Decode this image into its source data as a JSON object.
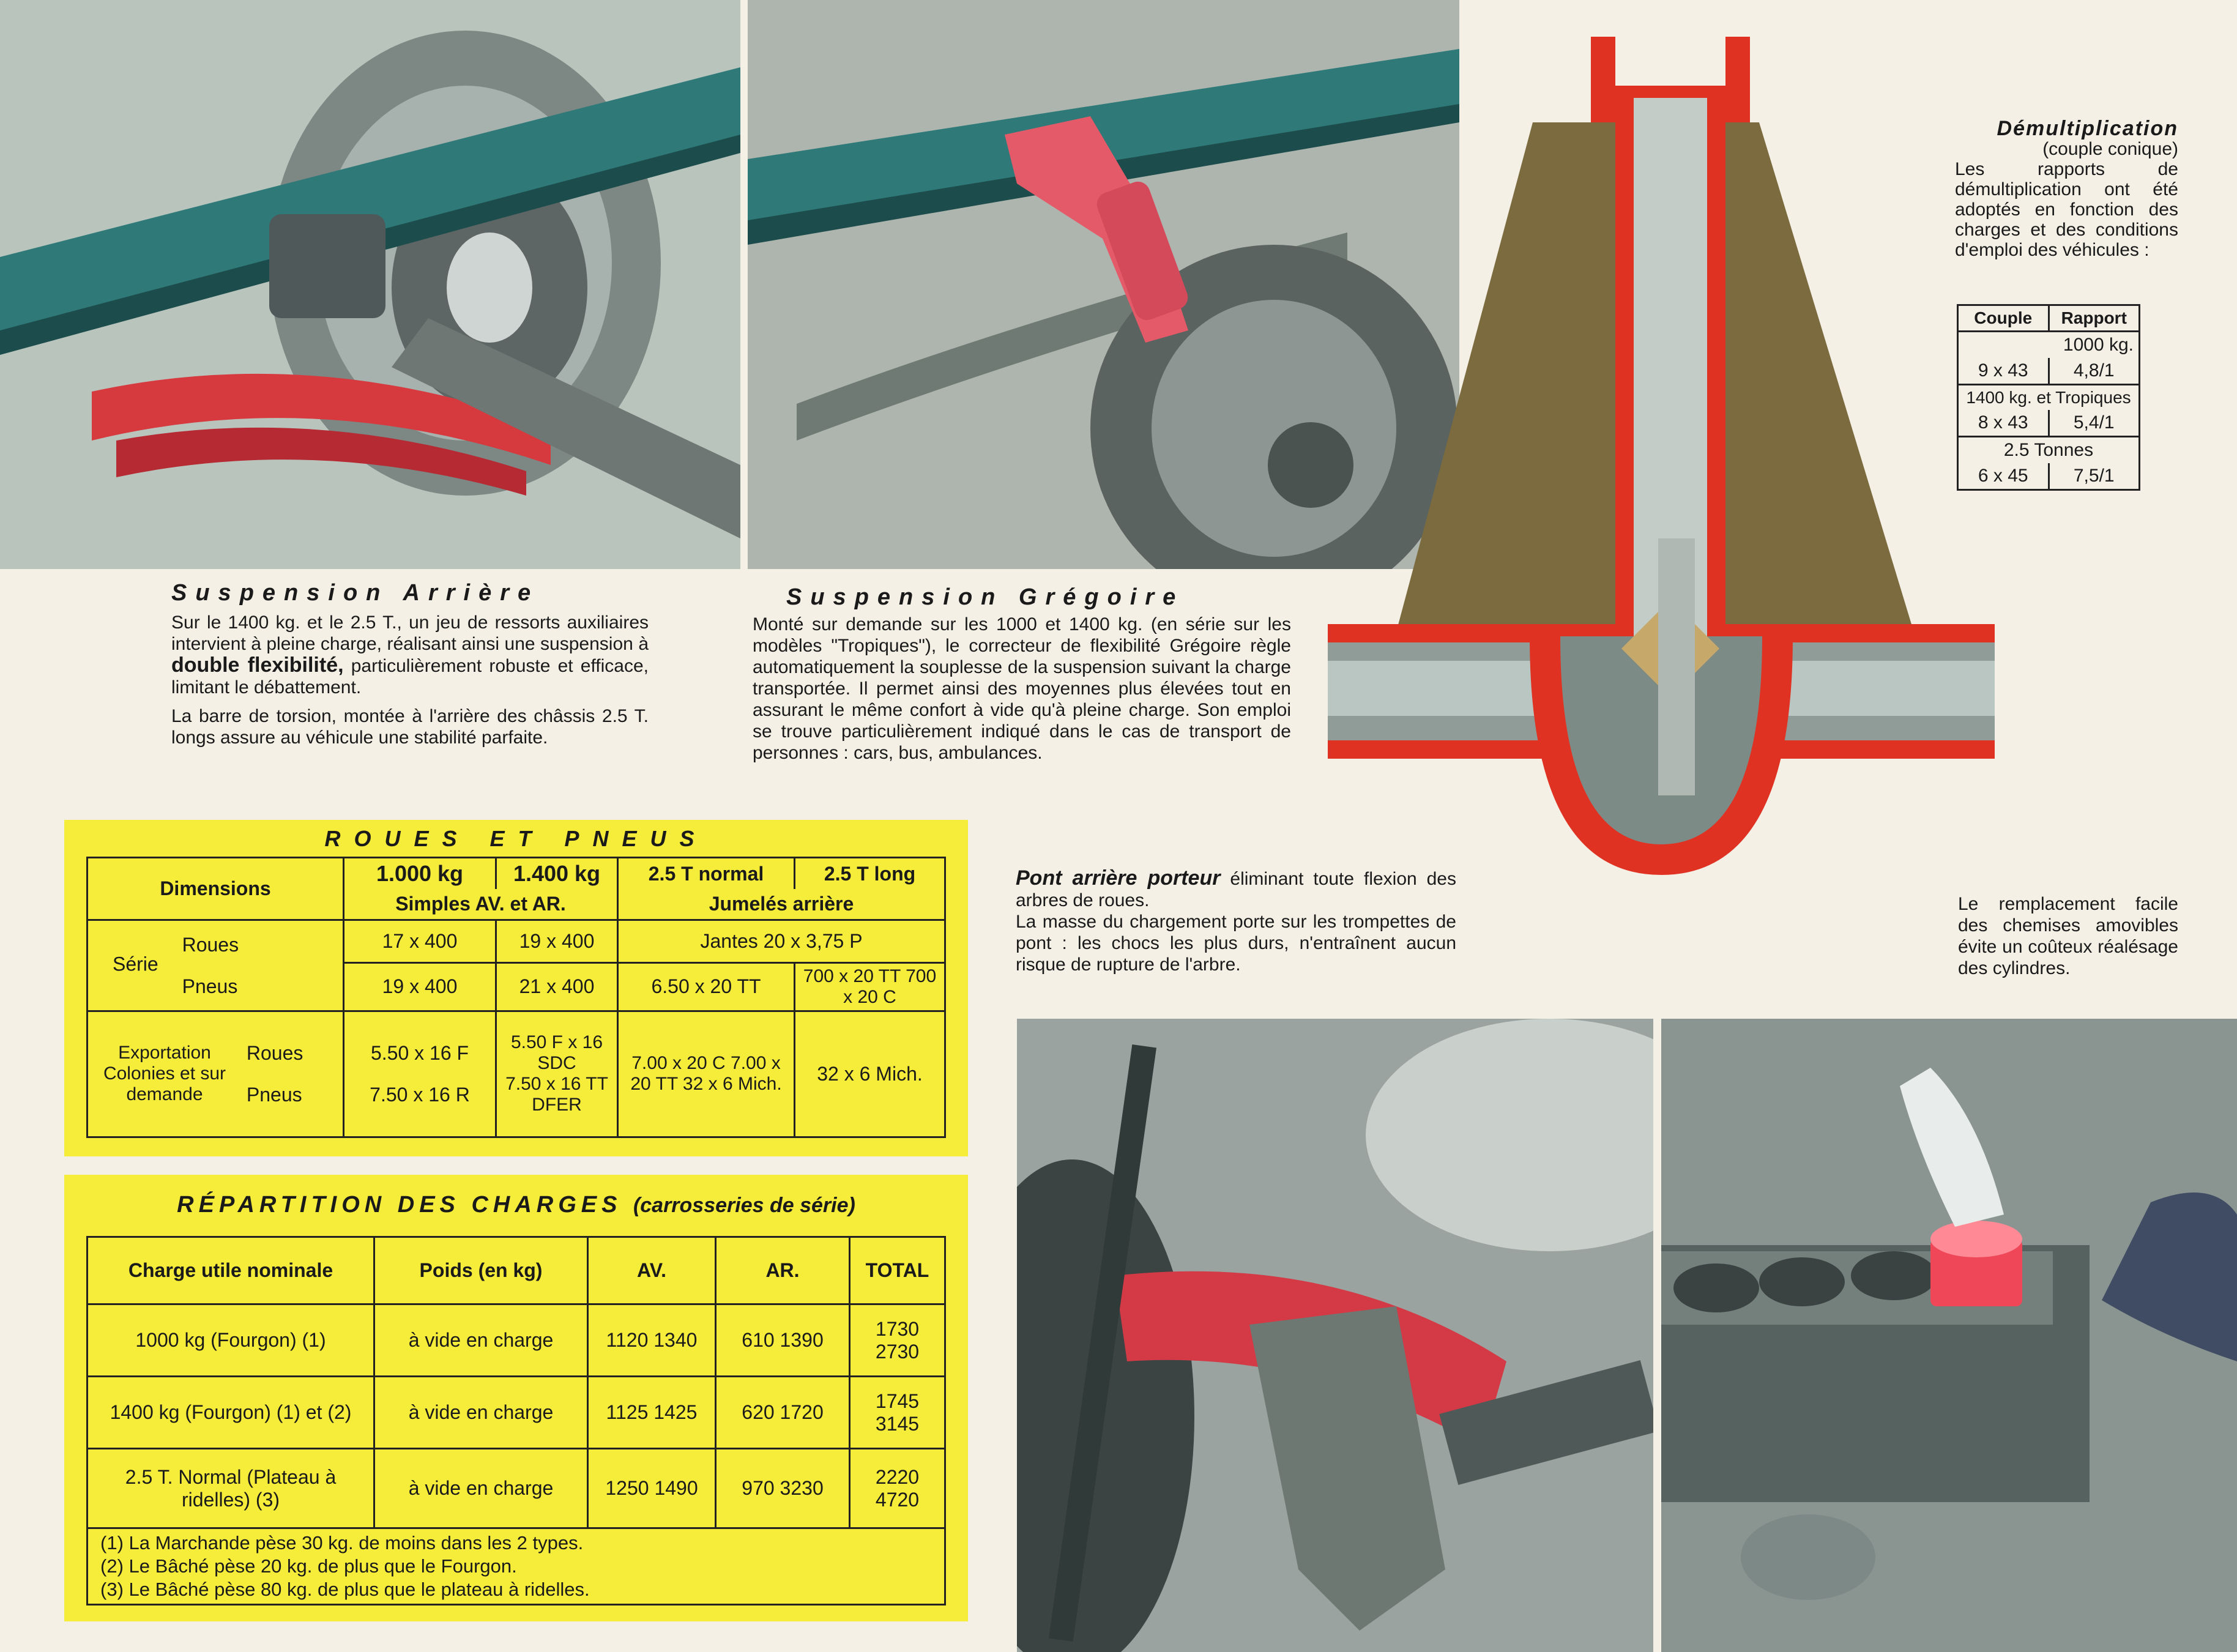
{
  "suspension_arriere": {
    "title": "Suspension Arrière",
    "body1a": "Sur le 1400 kg. et le 2.5 T., un jeu de ressorts auxiliaires intervient à pleine charge, réalisant ainsi une suspension à ",
    "body1b": "double flexibilité,",
    "body1c": " particulièrement robuste et efficace, limitant le débattement.",
    "body2": "La barre de torsion, montée à l'arrière des châssis 2.5 T. longs assure au véhicule une stabilité parfaite."
  },
  "suspension_gregoire": {
    "title": "Suspension Grégoire",
    "body": "Monté sur demande sur les 1000 et 1400 kg. (en série sur les modèles \"Tropiques\"), le correcteur de flexibilité Grégoire règle automatiquement la souplesse de la suspension suivant la charge transportée. Il permet ainsi des moyennes plus élevées tout en assurant le même confort à vide qu'à pleine charge. Son emploi se trouve particulièrement indiqué dans le cas de transport de personnes : cars, bus, ambulances."
  },
  "demultiplication": {
    "title": "Démultiplication",
    "subtitle": "(couple conique)",
    "body": "Les rapports de démultiplication ont été adoptés en fonction des charges et des conditions d'emploi des véhicules :",
    "col_couple": "Couple",
    "col_rapport": "Rapport",
    "rows": [
      {
        "label": "1000 kg.",
        "couple": "9 x 43",
        "rapport": "4,8/1"
      },
      {
        "label": "1400 kg. et Tropiques",
        "couple": "8 x 43",
        "rapport": "5,4/1"
      },
      {
        "label": "2.5 Tonnes",
        "couple": "6 x 45",
        "rapport": "7,5/1"
      }
    ]
  },
  "pont_arriere": {
    "title": "Pont arrière porteur",
    "body1": " éliminant toute flexion des arbres de roues.",
    "body2": "La masse du chargement porte sur les trompettes de pont : les chocs les plus durs, n'entraînent aucun risque de rupture de l'arbre."
  },
  "chemises": {
    "body": "Le remplacement facile des chemises amovibles évite un coûteux réalésage des cylindres."
  },
  "roues_pneus": {
    "title": "ROUES ET PNEUS",
    "h_dimensions": "Dimensions",
    "h_1000": "1.000 kg",
    "h_1400": "1.400 kg",
    "h_25n": "2.5 T normal",
    "h_25l": "2.5 T long",
    "h_simples": "Simples AV. et AR.",
    "h_jumeles": "Jumelés arrière",
    "serie": "Série",
    "roues": "Roues",
    "pneus": "Pneus",
    "serie_roues_1000": "17 x 400",
    "serie_roues_1400": "19 x 400",
    "serie_roues_25": "Jantes 20 x 3,75 P",
    "serie_pneus_1000": "19 x 400",
    "serie_pneus_1400": "21 x 400",
    "serie_pneus_25n": "6.50 x 20 TT",
    "serie_pneus_25l": "700 x 20 TT 700 x 20 C",
    "export_label": "Exportation Colonies et sur demande",
    "exp_roues_1000": "5.50 x 16 F",
    "exp_pneus_1000": "7.50 x 16 R",
    "exp_1400_a": "5.50 F x 16 SDC",
    "exp_1400_b": "7.50 x 16 TT DFER",
    "exp_25n": "7.00 x 20 C 7.00 x 20 TT 32 x 6 Mich.",
    "exp_25l": "32 x 6 Mich."
  },
  "repartition": {
    "title": "RÉPARTITION DES CHARGES",
    "subtitle": "(carrosseries de série)",
    "h_charge": "Charge utile nominale",
    "h_poids": "Poids (en kg)",
    "h_av": "AV.",
    "h_ar": "AR.",
    "h_total": "TOTAL",
    "rows": [
      {
        "label": "1000 kg (Fourgon) (1)",
        "etat": "à vide en charge",
        "av": "1120 1340",
        "ar": "610 1390",
        "total": "1730 2730"
      },
      {
        "label": "1400 kg (Fourgon) (1) et (2)",
        "etat": "à vide en charge",
        "av": "1125 1425",
        "ar": "620 1720",
        "total": "1745 3145"
      },
      {
        "label": "2.5 T. Normal (Plateau à ridelles) (3)",
        "etat": "à vide en charge",
        "av": "1250 1490",
        "ar": "970 3230",
        "total": "2220 4720"
      }
    ],
    "notes": [
      "(1) La Marchande pèse 30 kg. de moins dans les 2 types.",
      "(2) Le Bâché pèse 20 kg. de plus que le Fourgon.",
      "(3) Le Bâché pèse 80 kg. de plus que le plateau à ridelles."
    ]
  },
  "colors": {
    "yellow": "#f6ec3a",
    "red": "#e03222",
    "teal": "#2f7a78"
  }
}
